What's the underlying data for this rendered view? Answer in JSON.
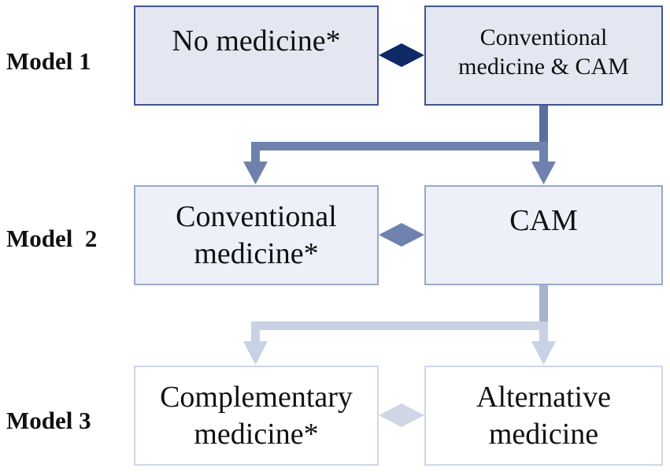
{
  "models": [
    {
      "label": "Model 1",
      "left": "No medicine*",
      "right": [
        "Conventional",
        "medicine & CAM"
      ]
    },
    {
      "label": "Model  2",
      "left": [
        "Conventional",
        "medicine*"
      ],
      "right": "CAM"
    },
    {
      "label": "Model 3",
      "left": [
        "Complementary",
        "medicine*"
      ],
      "right": [
        "Alternative",
        "medicine"
      ]
    }
  ],
  "colors": {
    "level1": "#1e3470",
    "level2": "#6f82ae",
    "level3": "#c9d1e4"
  }
}
